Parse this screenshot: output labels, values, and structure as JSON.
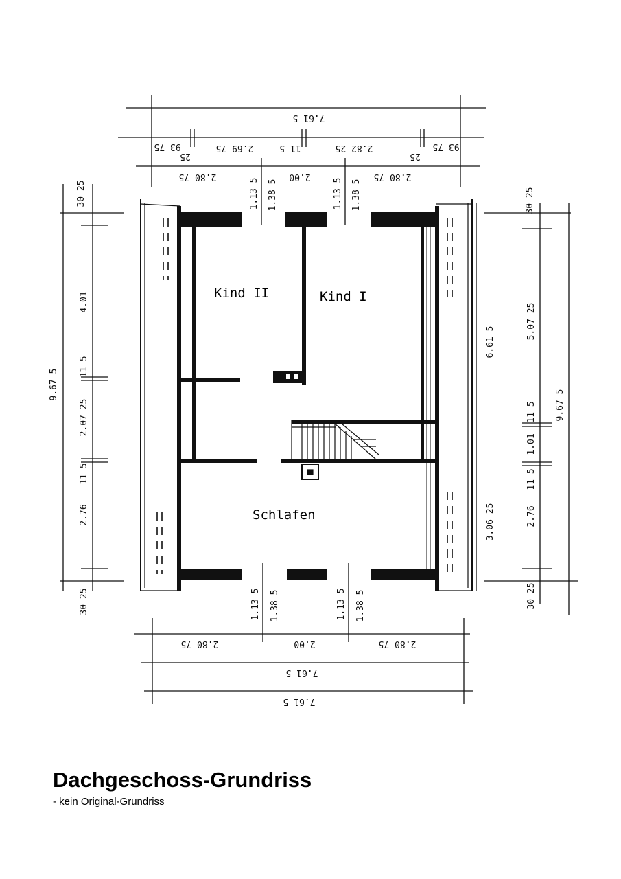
{
  "rooms": {
    "kind_ii": "Kind II",
    "kind_i": "Kind I",
    "schlafen": "Schlafen"
  },
  "dimensions": {
    "top_total": "7.61 5",
    "top_sub_a": "93 75",
    "top_sub_b": "25",
    "top_sub_c": "2.69 75",
    "top_sub_d": "11 5",
    "top_sub_e": "2.82 25",
    "top_sub_f": "25",
    "top_sub_g": "93 75",
    "top_row_left": "2.80 75",
    "top_row_mid": "2.00",
    "top_row_right": "2.80 75",
    "top_win_a": "1.13 5",
    "top_win_b": "1.38 5",
    "top_win_c": "1.13 5",
    "top_win_d": "1.38 5",
    "left_top": "30 25",
    "left_a": "4.01",
    "left_b": "11 5",
    "left_c": "2.07 25",
    "left_d": "11 5",
    "left_e": "2.76",
    "left_bottom": "30 25",
    "left_total": "9.67 5",
    "right_top": "30 25",
    "right_a": "5.07 25",
    "right_b": "11 5",
    "right_c": "1.01",
    "right_d": "11 5",
    "right_e": "2.76",
    "right_bottom": "30 25",
    "right_total": "9.67 5",
    "right_inner_a": "6.61 5",
    "right_inner_b": "3.06 25",
    "bot_win_a": "1.13 5",
    "bot_win_b": "1.38 5",
    "bot_win_c": "1.13 5",
    "bot_win_d": "1.38 5",
    "bot_row_left": "2.80 75",
    "bot_row_mid": "2.00",
    "bot_row_right": "2.80 75",
    "bot_total_a": "7.61 5",
    "bot_total_b": "7.61 5"
  },
  "caption": {
    "title": "Dachgeschoss-Grundriss",
    "subtitle": "- kein Original-Grundriss"
  }
}
